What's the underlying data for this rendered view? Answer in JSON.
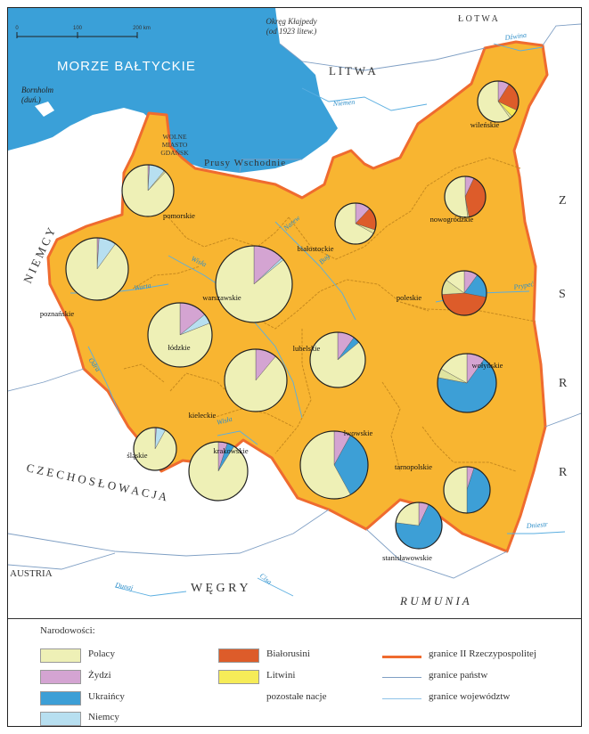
{
  "scale_bar": {
    "ticks": [
      "0",
      "100",
      "200 km"
    ]
  },
  "sea_label": "MORZE BAŁTYCKIE",
  "bornholm_label": "Bornholm\n(duń.)",
  "klaipeda_label": "Okręg Kłajpedy\n(od 1923 litew.)",
  "gdansk_label": "WOLNE\nMIASTO\nGDAŃSK",
  "prussia_label": "Prusy Wschodnie",
  "country_labels": {
    "lithuania": "L I T W A",
    "latvia": "Ł O T W A",
    "germany": "N I E M C Y",
    "ussr": [
      "Z",
      "S",
      "R",
      "R"
    ],
    "czechoslovakia": "C Z E C H O S Ł O W A C J A",
    "hungary": "W Ę G R Y",
    "romania": "R U M U N I A",
    "austria": "AUSTRIA"
  },
  "river_labels": [
    "Dźwina",
    "Niemen",
    "Narew",
    "Bug",
    "Wisła",
    "Warta",
    "Odra",
    "Prypeć",
    "Dniestr",
    "Dunaj",
    "Cisa",
    "Wisła"
  ],
  "colors": {
    "poland_fill": "#f8b531",
    "poland_border": "#ef6b2f",
    "water": "#3aa0d8",
    "foreign_land": "#ffffff",
    "polacy": "#eef0b6",
    "zydzi": "#d4a4d2",
    "ukraincy": "#3d9fd6",
    "niemcy": "#b7dff0",
    "bialorusini": "#dd5c2a",
    "litwini": "#f6ec58"
  },
  "voivodeships": [
    {
      "name": "wileńskie",
      "composition": {
        "polacy": 0.6,
        "bialorusini": 0.23,
        "zydzi": 0.09,
        "litwini": 0.06,
        "pozostale": 0.02
      }
    },
    {
      "name": "nowogródzkie",
      "composition": {
        "polacy": 0.52,
        "bialorusini": 0.4,
        "zydzi": 0.07,
        "pozostale": 0.01
      }
    },
    {
      "name": "białostockie",
      "composition": {
        "polacy": 0.67,
        "bialorusini": 0.18,
        "zydzi": 0.12,
        "pozostale": 0.03
      }
    },
    {
      "name": "pomorskie",
      "composition": {
        "polacy": 0.88,
        "niemcy": 0.1,
        "zydzi": 0.01,
        "pozostale": 0.01
      }
    },
    {
      "name": "poznańskie",
      "composition": {
        "polacy": 0.9,
        "niemcy": 0.09,
        "zydzi": 0.01
      }
    },
    {
      "name": "warszawskie",
      "composition": {
        "polacy": 0.86,
        "zydzi": 0.13,
        "niemcy": 0.01
      }
    },
    {
      "name": "łódzkie",
      "composition": {
        "polacy": 0.81,
        "zydzi": 0.14,
        "niemcy": 0.05
      }
    },
    {
      "name": "poleskie",
      "composition": {
        "polacy": 0.15,
        "bialorusini": 0.46,
        "ukraincy": 0.18,
        "zydzi": 0.1,
        "pozostale": 0.11
      }
    },
    {
      "name": "lubelskie",
      "composition": {
        "polacy": 0.86,
        "zydzi": 0.1,
        "ukraincy": 0.04
      }
    },
    {
      "name": "kieleckie",
      "composition": {
        "polacy": 0.89,
        "zydzi": 0.11
      }
    },
    {
      "name": "wołyńskie",
      "composition": {
        "polacy": 0.17,
        "ukraincy": 0.68,
        "zydzi": 0.1,
        "pozostale": 0.05
      }
    },
    {
      "name": "śląskie",
      "composition": {
        "polacy": 0.92,
        "niemcy": 0.07,
        "zydzi": 0.01
      }
    },
    {
      "name": "krakowskie",
      "composition": {
        "polacy": 0.91,
        "ukraincy": 0.04,
        "zydzi": 0.05
      }
    },
    {
      "name": "lwowskie",
      "composition": {
        "polacy": 0.58,
        "ukraincy": 0.34,
        "zydzi": 0.08
      }
    },
    {
      "name": "tarnopolskie",
      "composition": {
        "polacy": 0.5,
        "ukraincy": 0.45,
        "zydzi": 0.05
      }
    },
    {
      "name": "stanisławowskie",
      "composition": {
        "polacy": 0.23,
        "ukraincy": 0.7,
        "zydzi": 0.07
      }
    }
  ],
  "legend": {
    "title": "Narodowości:",
    "nationalities": [
      {
        "key": "polacy",
        "label": "Polacy"
      },
      {
        "key": "zydzi",
        "label": "Żydzi"
      },
      {
        "key": "ukraincy",
        "label": "Ukraińcy"
      },
      {
        "key": "niemcy",
        "label": "Niemcy"
      },
      {
        "key": "bialorusini",
        "label": "Białorusini"
      },
      {
        "key": "litwini",
        "label": "Litwini"
      },
      {
        "key": "pozostale",
        "label": "pozostałe nacje"
      }
    ],
    "lines": [
      {
        "key": "granice_ii_rp",
        "label": "granice II Rzeczypospolitej",
        "color": "#ef6b2f"
      },
      {
        "key": "granice_panstw",
        "label": "granice państw",
        "color": "#7f9fc4"
      },
      {
        "key": "granice_wojewodztw",
        "label": "granice województw",
        "color": "#8fc3e8"
      }
    ]
  }
}
